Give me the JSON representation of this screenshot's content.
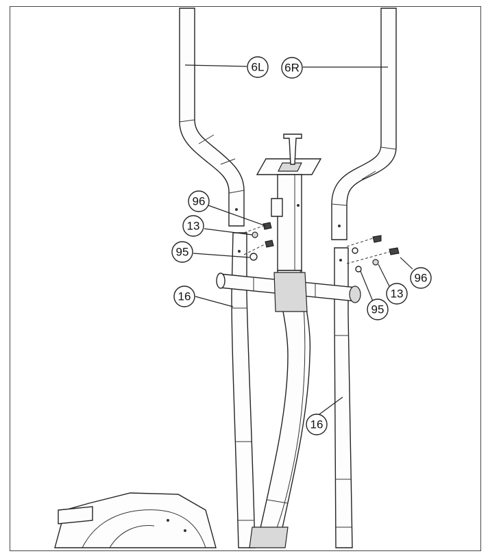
{
  "callouts": [
    {
      "id": "6L",
      "label": "6L"
    },
    {
      "id": "6R",
      "label": "6R"
    },
    {
      "id": "96-left",
      "label": "96"
    },
    {
      "id": "13-left",
      "label": "13"
    },
    {
      "id": "95-left",
      "label": "95"
    },
    {
      "id": "16-left",
      "label": "16"
    },
    {
      "id": "96-right",
      "label": "96"
    },
    {
      "id": "13-right",
      "label": "13"
    },
    {
      "id": "95-right",
      "label": "95"
    },
    {
      "id": "16-right",
      "label": "16"
    }
  ]
}
